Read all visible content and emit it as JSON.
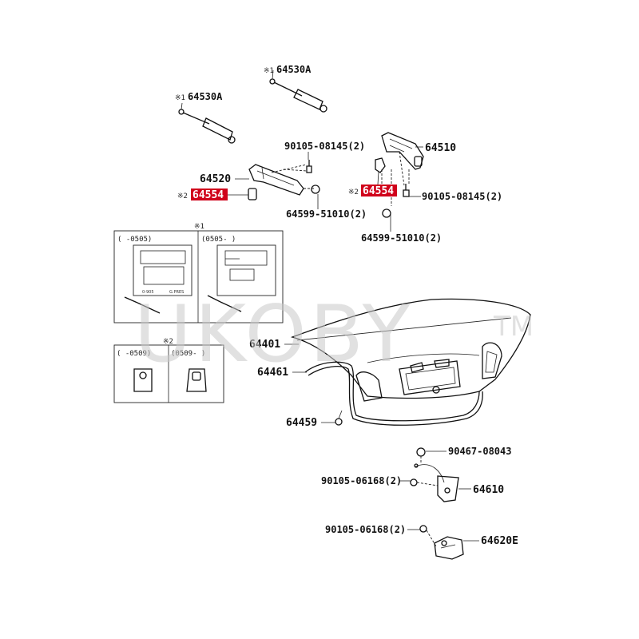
{
  "labels": {
    "strut_right": "64530A",
    "strut_left": "64530A",
    "hinge_right": "64510",
    "hinge_left": "64520",
    "bolt_hinge_left": "90105-08145(2)",
    "bolt_hinge_right": "90105-08145(2)",
    "stopper_left": "64554",
    "stopper_right": "64554",
    "clip_left": "64599-51010(2)",
    "clip_right": "64599-51010(2)",
    "lid": "64401",
    "weatherstrip": "64461",
    "cushion": "64459",
    "bolt_lock": "90467-08043",
    "bolt_lock_assy": "90105-06168(2)",
    "lock_assy": "64610",
    "bolt_striker": "90105-06168(2)",
    "striker": "64620E"
  },
  "marks": {
    "note1": "※1",
    "note2": "※2"
  },
  "inset1": {
    "mark": "※1",
    "left_period": "(    -0505)",
    "right_period": "(0505-    )"
  },
  "inset2": {
    "mark": "※2",
    "left_period": "(    -0509)",
    "right_period": "(0509-    )"
  },
  "watermark": {
    "text": "UKOBY",
    "tm": "TM"
  },
  "colors": {
    "highlight": "#d0021b",
    "line": "#111111",
    "watermark": "#c9c9c9"
  }
}
